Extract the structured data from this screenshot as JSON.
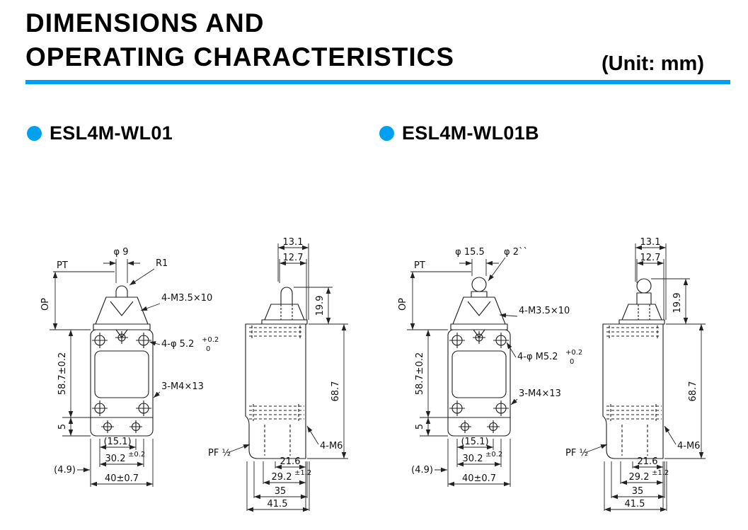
{
  "header": {
    "title_line1": "DIMENSIONS AND",
    "title_line2": "OPERATING CHARACTERISTICS",
    "unit": "(Unit: mm)"
  },
  "colors": {
    "accent_blue": "#00A0F0"
  },
  "models": [
    {
      "name": "ESL4M-WL01",
      "front": {
        "pt": "PT",
        "op": "OP",
        "plunger_dia": "φ 9",
        "tip_note": "R1",
        "head_screws": "4-M3.5×10",
        "mount_holes": "4-φ 5.2",
        "mount_tol_upper": "+0.2",
        "mount_tol_lower": "0",
        "body_height": "58.7±0.2",
        "base_height": "5",
        "side_tap": "3-M4×13",
        "w_inner": "(15.1)",
        "w_holes": "30.2",
        "w_holes_tol": "±0.2",
        "w_offset": "(4.9)",
        "w_total": "40±0.7"
      },
      "side": {
        "d_outer": "13.1",
        "d_inner": "12.7",
        "head_h": "19.9",
        "body_h": "68.7",
        "conduit": "PF ½",
        "w1": "21.6",
        "w2": "29.2",
        "w2_tol": "±1.2",
        "w3": "35",
        "w4": "41.5",
        "side_mount": "4-M6"
      }
    },
    {
      "name": "ESL4M-WL01B",
      "front": {
        "pt": "PT",
        "op": "OP",
        "plunger_dia": "φ 15.5",
        "tip_note": "φ 2``",
        "head_screws": "4-M3.5×10",
        "mount_holes": "4-φ M5.2",
        "mount_tol_upper": "+0.2",
        "mount_tol_lower": "0",
        "body_height": "58.7±0.2",
        "base_height": "5",
        "side_tap": "3-M4×13",
        "w_inner": "(15.1)",
        "w_holes": "30.2",
        "w_holes_tol": "±0.2",
        "w_offset": "(4.9)",
        "w_total": "40±0.7"
      },
      "side": {
        "d_outer": "13.1",
        "d_inner": "12.7",
        "head_h": "19.9",
        "body_h": "68.7",
        "conduit": "PF ½",
        "w1": "21.6",
        "w2": "29.2",
        "w2_tol": "±1.2",
        "w3": "35",
        "w4": "41.5",
        "side_mount": "4-M6"
      }
    }
  ]
}
